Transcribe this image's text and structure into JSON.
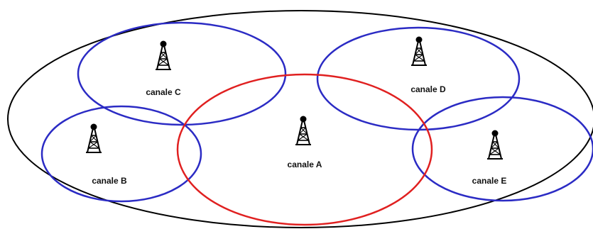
{
  "colors": {
    "outer_region": "#000000",
    "neighbor_cell": "#2b2bc4",
    "main_cell": "#e02020",
    "antenna": "#000000"
  },
  "icons": {
    "antenna": "antenna-tower-icon"
  },
  "cells": {
    "a": {
      "label": "canale A",
      "role": "main"
    },
    "b": {
      "label": "canale B",
      "role": "neighbor"
    },
    "c": {
      "label": "canale C",
      "role": "neighbor"
    },
    "d": {
      "label": "canale D",
      "role": "neighbor"
    },
    "e": {
      "label": "canale E",
      "role": "neighbor"
    }
  }
}
